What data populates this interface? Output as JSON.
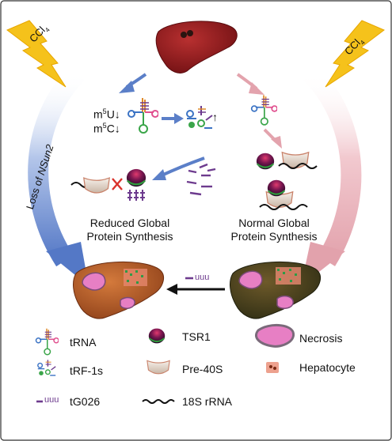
{
  "stimulus": {
    "base": "CCl",
    "sub": "4"
  },
  "left_arrow": {
    "prefix": "Loss of ",
    "gene": "NSun2"
  },
  "modifications": {
    "m5u": {
      "a": "m",
      "sup": "5",
      "b": "U↓"
    },
    "m5c": {
      "a": "m",
      "sup": "5",
      "b": "C↓"
    }
  },
  "up_arrow": "↑",
  "reduced_caption": [
    "Reduced Global",
    "Protein Synthesis"
  ],
  "normal_caption": [
    "Normal Global",
    "Protein Synthesis"
  ],
  "tg026_label": "uuu",
  "legend": {
    "trna": "tRNA",
    "trf1s": "tRF-1s",
    "tg026": "tG026",
    "tsr1": "TSR1",
    "pre40s": "Pre-40S",
    "rrna": "18S rRNA",
    "necrosis": "Necrosis",
    "hepatocyte": "Hepatocyte"
  },
  "colors": {
    "liver": "#9b1c1c",
    "arrow_blue": "#5b7fc8",
    "arrow_pink": "#e3a3ad",
    "lightning": "#f5c21b",
    "necrosis": "#e77fc4",
    "trna_purple": "#6d3b8e",
    "trna_blue": "#3b73c4",
    "trna_pink": "#e04f8e",
    "trna_green": "#3aa549",
    "cross_red": "#d9322b"
  }
}
